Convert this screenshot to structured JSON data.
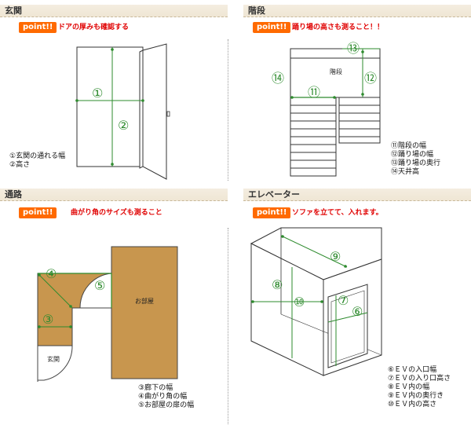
{
  "sections": {
    "genkan": {
      "title": "玄関",
      "point_label": "point!!",
      "point_text": "ドアの厚みも確認する",
      "markers": [
        "①",
        "②"
      ],
      "legend": [
        "①玄関の通れる幅",
        "②高さ"
      ]
    },
    "kaidan": {
      "title": "階段",
      "point_label": "point!!",
      "point_text": "踊り場の高さも測ること！！",
      "stair_label": "階段",
      "markers": [
        "⑪",
        "⑫",
        "⑬",
        "⑭"
      ],
      "legend": [
        "⑪階段の幅",
        "⑫踊り場の幅",
        "⑬踊り場の奥行",
        "⑭天井高"
      ]
    },
    "tsuro": {
      "title": "通路",
      "point_label": "point!!",
      "point_text": "曲がり角のサイズも測ること",
      "room_label": "お部屋",
      "entrance_label": "玄関",
      "markers": [
        "③",
        "④",
        "⑤"
      ],
      "legend": [
        "③廊下の幅",
        "④曲がり角の幅",
        "⑤お部屋の扉の幅"
      ]
    },
    "ev": {
      "title": "エレベーター",
      "point_label": "point!!",
      "point_text": "ソファを立てて、入れます。",
      "markers": [
        "⑥",
        "⑦",
        "⑧",
        "⑨",
        "⑩"
      ],
      "legend": [
        "⑥ＥＶの入口幅",
        "⑦ＥＶの入り口高さ",
        "⑧ＥＶ内の幅",
        "⑨ＥＶ内の奥行き",
        "⑩ＥＶ内の高さ"
      ]
    }
  },
  "colors": {
    "measure": "#2e8b2e",
    "floor": "#c8964e",
    "point_bg": "#ff6a00",
    "point_text": "#e00000"
  }
}
